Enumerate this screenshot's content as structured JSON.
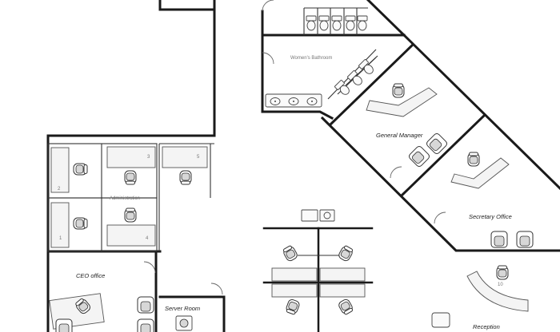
{
  "rooms": {
    "womens_bathroom": "Women's Bathroom",
    "general_manager": "General Manager",
    "secretary_office": "Secretary Office",
    "administration": "Administration",
    "ceo_office": "CEO office",
    "server_room": "Server Room",
    "reception": "Reception"
  },
  "workstations": {
    "ws_2": "2",
    "ws_3": "3",
    "ws_5": "5",
    "ws_1": "1",
    "ws_4": "4",
    "reception_desk": "10"
  },
  "colors": {
    "wall": "#1a1a1a",
    "furniture_fill": "#f4f4f4",
    "chair_seat": "#d7d7d7"
  }
}
